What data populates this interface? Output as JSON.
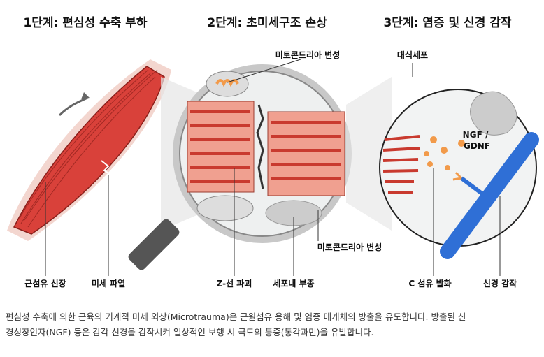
{
  "stages": [
    {
      "title": "1단계: 편심성 수축 부하"
    },
    {
      "title": "2단계: 초미세구조 손상"
    },
    {
      "title": "3단계: 염증 및 신경 감작"
    }
  ],
  "labels": {
    "fiber_stretch": "근섬유 신장",
    "micro_tear": "미세 파열",
    "mito_top": "미토콘드리아 변성",
    "z_line": "Z-선 파괴",
    "edema": "세포내 부종",
    "mito_bottom": "미토콘드리아 변성",
    "macrophage": "대식세포",
    "ngf_line1": "NGF /",
    "ngf_line2": "GDNF",
    "c_fiber": "C 섬유 발화",
    "nerve_sensitization": "신경 감작"
  },
  "caption": {
    "line1": "편심성 수축에 의한 근육의 기계적 미세 외상(Microtrauma)은 근원섬유 용해 및 염증 매개체의 방출을 유도합니다. 방출된 신",
    "line2": "경성장인자(NGF) 등은 감각 신경을 감작시켜 일상적인 보행 시 극도의 통증(통각과민)을 유발합니다."
  },
  "colors": {
    "muscle": "#d9413a",
    "fiber": "#e8907f",
    "nerve": "#2f6fd6",
    "orange": "#f29a4a"
  }
}
